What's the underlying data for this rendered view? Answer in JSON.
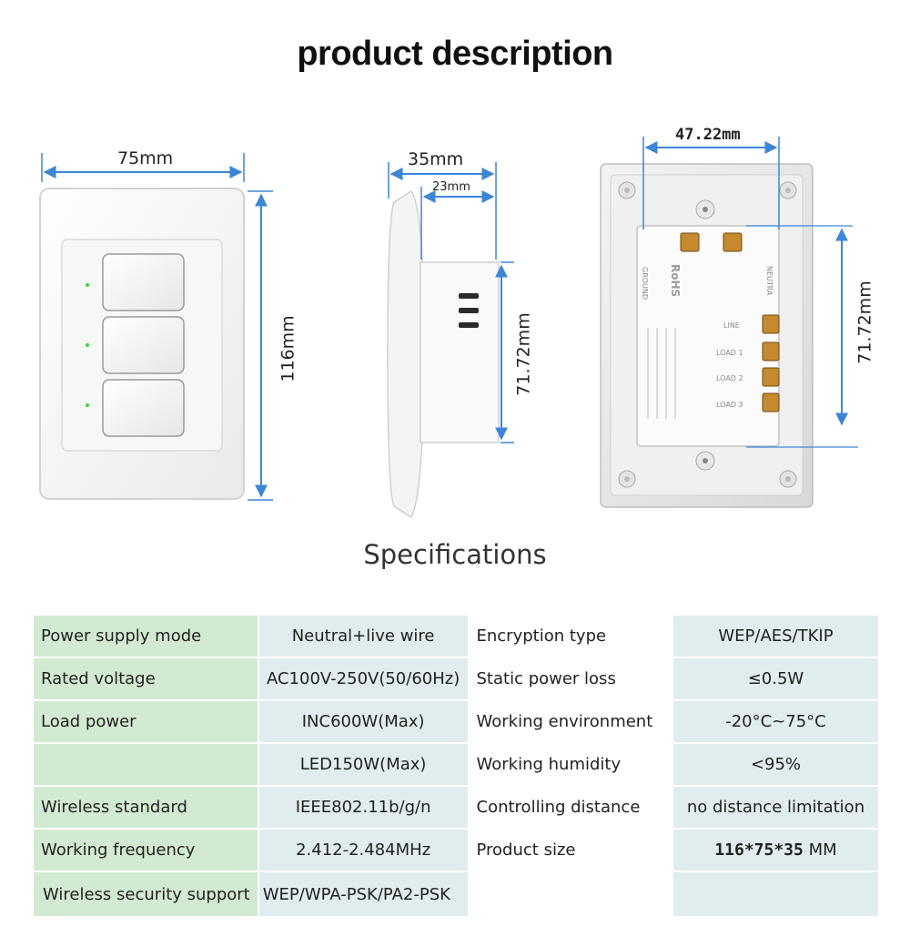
{
  "header": {
    "title": "product description"
  },
  "dimensions": {
    "front_width": "75mm",
    "front_height": "116mm",
    "side_depth": "35mm",
    "side_inner_depth": "23mm",
    "side_body_height": "71.72mm",
    "back_width": "47.22mm",
    "back_height": "71.72mm"
  },
  "back_labels": {
    "ground": "GROUND",
    "neutral": "NEUTRA",
    "rohs": "RoHS",
    "line": "LINE",
    "load1": "LOAD 1",
    "load2": "LOAD 2",
    "load3": "LOAD 3"
  },
  "specs_title": "Specifications",
  "specs": [
    {
      "name": "Power supply mode",
      "value": "Neutral+live wire",
      "name2": "Encryption type",
      "value2": "WEP/AES/TKIP"
    },
    {
      "name": "Rated voltage",
      "value": "AC100V-250V(50/60Hz)",
      "name2": "Static power loss",
      "value2": "≤0.5W"
    },
    {
      "name": "Load power",
      "value": "INC600W(Max)",
      "name2": "Working environment",
      "value2": "-20°C~75°C"
    },
    {
      "name": "",
      "value": "LED150W(Max)",
      "name2": "Working humidity",
      "value2": "<95%"
    },
    {
      "name": "Wireless standard",
      "value": "IEEE802.11b/g/n",
      "name2": "Controlling distance",
      "value2": "no distance limitation"
    },
    {
      "name": "Working frequency",
      "value": "2.412-2.484MHz",
      "name2": "Product size",
      "value2_num": "116*75*35",
      "value2_unit": "MM"
    },
    {
      "name": "Wireless security support",
      "value": "WEP/WPA-PSK/PA2-PSK",
      "name2": "",
      "value2": ""
    }
  ],
  "colors": {
    "dimension_line": "#3d86d6",
    "indicator_led": "#3ad64a",
    "name_cell": "#d3ead2",
    "value_cell": "#e0eced"
  }
}
